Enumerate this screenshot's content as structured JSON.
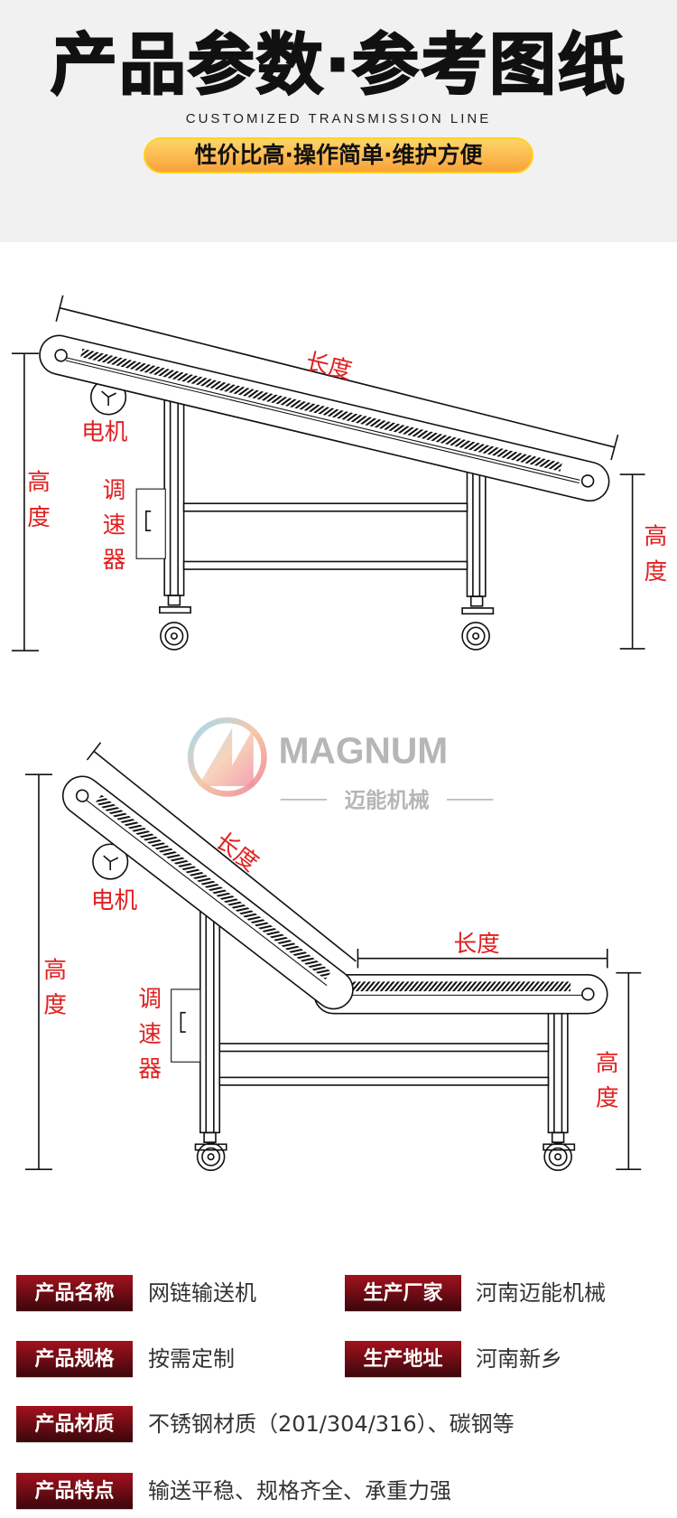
{
  "header": {
    "title": "产品参数·参考图纸",
    "subtitle": "CUSTOMIZED TRANSMISSION LINE",
    "slogan": "性价比高·操作简单·维护方便"
  },
  "diagram_labels": {
    "length": "长度",
    "height_1": "高",
    "height_2": "度",
    "motor": "电机",
    "controller_1": "调",
    "controller_2": "速",
    "controller_3": "器"
  },
  "logo": {
    "name_en": "MAGNUM",
    "name_cn": "迈能机械"
  },
  "specs": [
    {
      "label": "产品名称",
      "value": "网链输送机"
    },
    {
      "label": "生产厂家",
      "value": "河南迈能机械"
    },
    {
      "label": "产品规格",
      "value": "按需定制"
    },
    {
      "label": "生产地址",
      "value": "河南新乡"
    },
    {
      "label": "产品材质",
      "value": "不锈钢材质（201/304/316）、碳钢等"
    },
    {
      "label": "产品特点",
      "value": "输送平稳、规格齐全、承重力强"
    }
  ],
  "colors": {
    "accent_red": "#e02020",
    "label_red": "#a3111d",
    "pill": "#f7a23a"
  }
}
